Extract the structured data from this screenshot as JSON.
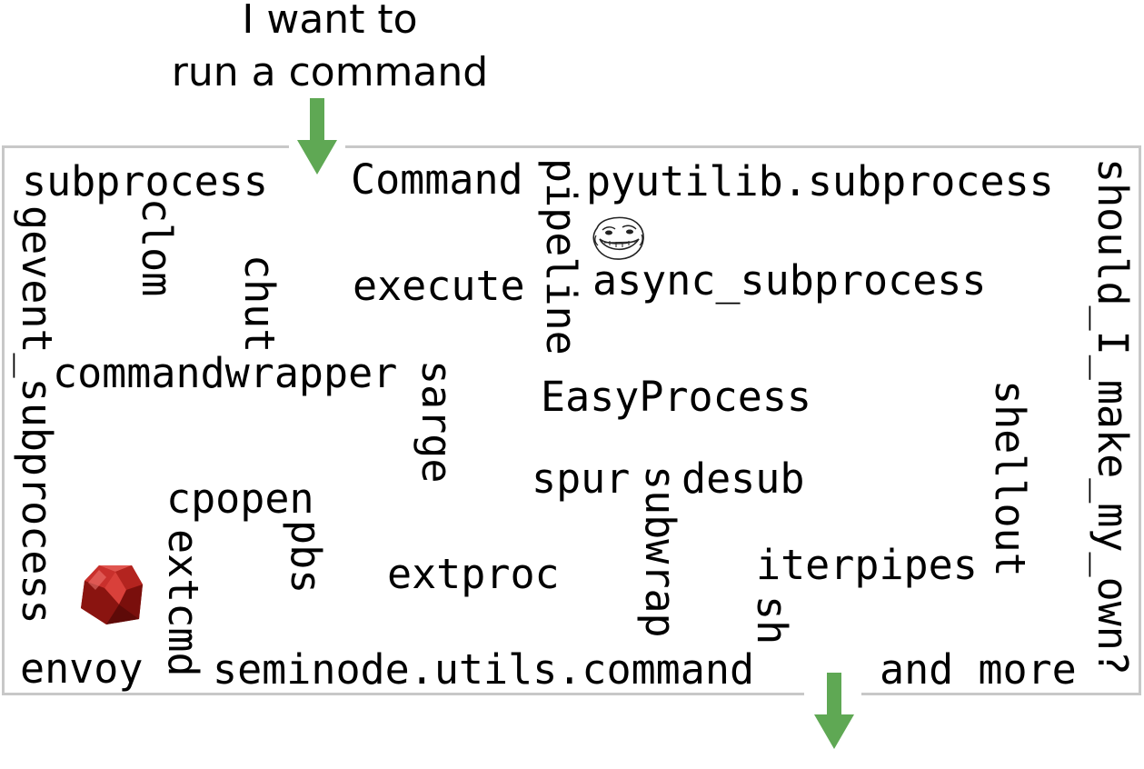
{
  "header": {
    "line1": "I want to",
    "line2": "run a command"
  },
  "colors": {
    "arrow": "#5fa854",
    "frame": "#c8c8c8",
    "text": "#000000"
  },
  "icons": [
    "troll-face-icon",
    "ruby-gem-icon",
    "arrow-down-icon"
  ],
  "words": {
    "subprocess": "subprocess",
    "command": "Command",
    "pyutilib_subprocess": "pyutilib.subprocess",
    "clom": "clom",
    "chut": "chut",
    "pipeline": "pipeline",
    "execute": "execute",
    "async_subprocess": "async_subprocess",
    "gevent_subprocess": "gevent_subprocess",
    "commandwrapper": "commandwrapper",
    "sarge": "sarge",
    "easyprocess": "EasyProcess",
    "should_i_make_my_own": "should_I_make_my_own?",
    "shellout": "shellout",
    "spur": "spur",
    "desub": "desub",
    "subwrap": "subwrap",
    "cpopen": "cpopen",
    "pbs": "pbs",
    "extcmd": "extcmd",
    "extproc": "extproc",
    "iterpipes": "iterpipes",
    "sh": "sh",
    "envoy": "envoy",
    "seminode_utils_command": "seminode.utils.command",
    "and_more": "and more"
  }
}
